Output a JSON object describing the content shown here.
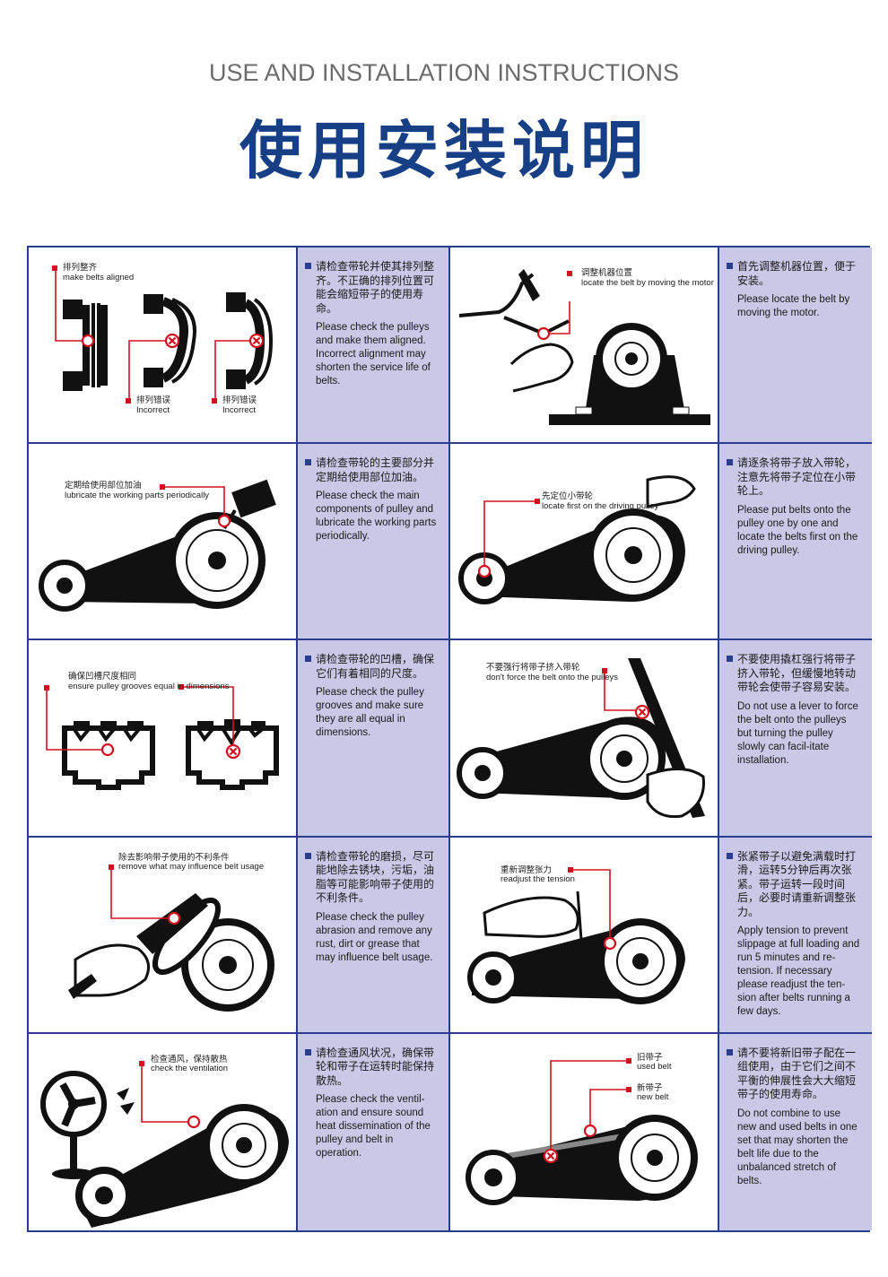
{
  "header": {
    "title_en": "USE AND INSTALLATION INSTRUCTIONS",
    "title_cn": "使用安装说明"
  },
  "colors": {
    "title_blue": "#173f86",
    "grid_border": "#2b3d8f",
    "text_panel": "#c9c8e6",
    "marker_red": "#d4101e"
  },
  "steps": [
    {
      "illustration": "belt-alignment-diagram",
      "captions": [
        {
          "cn": "排列整齐",
          "en": "make belts aligned"
        },
        {
          "cn": "排列错误",
          "en": "Incorrect"
        },
        {
          "cn": "排列错误",
          "en": "Incorrect"
        }
      ],
      "text_cn": "请检查带轮并使其排列整齐。不正确的排列位置可能会缩短带子的使用寿命。",
      "text_en": "Please check the pulleys and make them aligned. Incorrect alignment may shorten the service life of belts."
    },
    {
      "illustration": "locate-motor-diagram",
      "captions": [
        {
          "cn": "调整机器位置",
          "en": "locate the belt by moving the motor"
        }
      ],
      "text_cn": "首先调整机器位置，便于安装。",
      "text_en": "Please locate the belt by moving the motor."
    },
    {
      "illustration": "lubricate-pulley-diagram",
      "captions": [
        {
          "cn": "定期给使用部位加油",
          "en": "lubricate the working parts periodically"
        }
      ],
      "text_cn": "请检查带轮的主要部分并定期给使用部位加油。",
      "text_en": "Please check the main components of pulley and lubricate the working parts periodically."
    },
    {
      "illustration": "small-pulley-first-diagram",
      "captions": [
        {
          "cn": "先定位小带轮",
          "en": "locate first on the driving pulley"
        }
      ],
      "text_cn": "请逐条将带子放入带轮，注意先将带子定位在小带轮上。",
      "text_en": "Please put belts onto the pulley one by one and locate the belts first on the driving pulley."
    },
    {
      "illustration": "groove-dimension-diagram",
      "captions": [
        {
          "cn": "确保凹槽尺度相同",
          "en": "ensure pulley grooves equal in dimensions"
        }
      ],
      "text_cn": "请检查带轮的凹槽，确保它们有着相同的尺度。",
      "text_en": "Please check the pulley grooves and make sure they are all equal in dimensions."
    },
    {
      "illustration": "no-lever-diagram",
      "captions": [
        {
          "cn": "不要强行将带子挤入带轮",
          "en": "don't force the belt onto the pulleys"
        }
      ],
      "text_cn": "不要使用撬杠强行将带子挤入带轮，但缓慢地转动带轮会使带子容易安装。",
      "text_en": "Do not use a lever to force the belt onto the pulleys but turning the pulley slowly can facil-itate installation."
    },
    {
      "illustration": "clean-pulley-diagram",
      "captions": [
        {
          "cn": "除去影响带子使用的不利条件",
          "en": "remove what may influence belt usage"
        }
      ],
      "text_cn": "请检查带轮的磨损，尽可能地除去锈块，污垢，油脂等可能影响带子使用的不利条件。",
      "text_en": "Please check the pulley abrasion and remove any rust, dirt or grease that may influence belt usage."
    },
    {
      "illustration": "retension-diagram",
      "captions": [
        {
          "cn": "重新调整张力",
          "en": "readjust the tension"
        }
      ],
      "text_cn": "张紧带子以避免满载时打滑，运转5分钟后再次张紧。带子运转一段时间后，必要时请重新调整张力。",
      "text_en": "Apply tension to prevent slippage at full loading and run 5 minutes and re-tension. If necessary please readjust the ten-sion after belts running a few days."
    },
    {
      "illustration": "ventilation-diagram",
      "captions": [
        {
          "cn": "检查通风，保持散热",
          "en": "check the ventilation"
        }
      ],
      "text_cn": "请检查通风状况，确保带轮和带子在运转时能保持散热。",
      "text_en": "Please check the ventil-ation and ensure sound heat dissemination of the pulley and belt in operation."
    },
    {
      "illustration": "old-new-belt-diagram",
      "captions": [
        {
          "cn": "旧带子",
          "en": "used belt"
        },
        {
          "cn": "新带子",
          "en": "new belt"
        }
      ],
      "text_cn": "请不要将新旧带子配在一组使用，由于它们之间不平衡的伸展性会大大缩短带子的使用寿命。",
      "text_en": "Do not combine to use new and used belts in one set that may shorten the belt life due to the unbalanced stretch of belts."
    }
  ]
}
